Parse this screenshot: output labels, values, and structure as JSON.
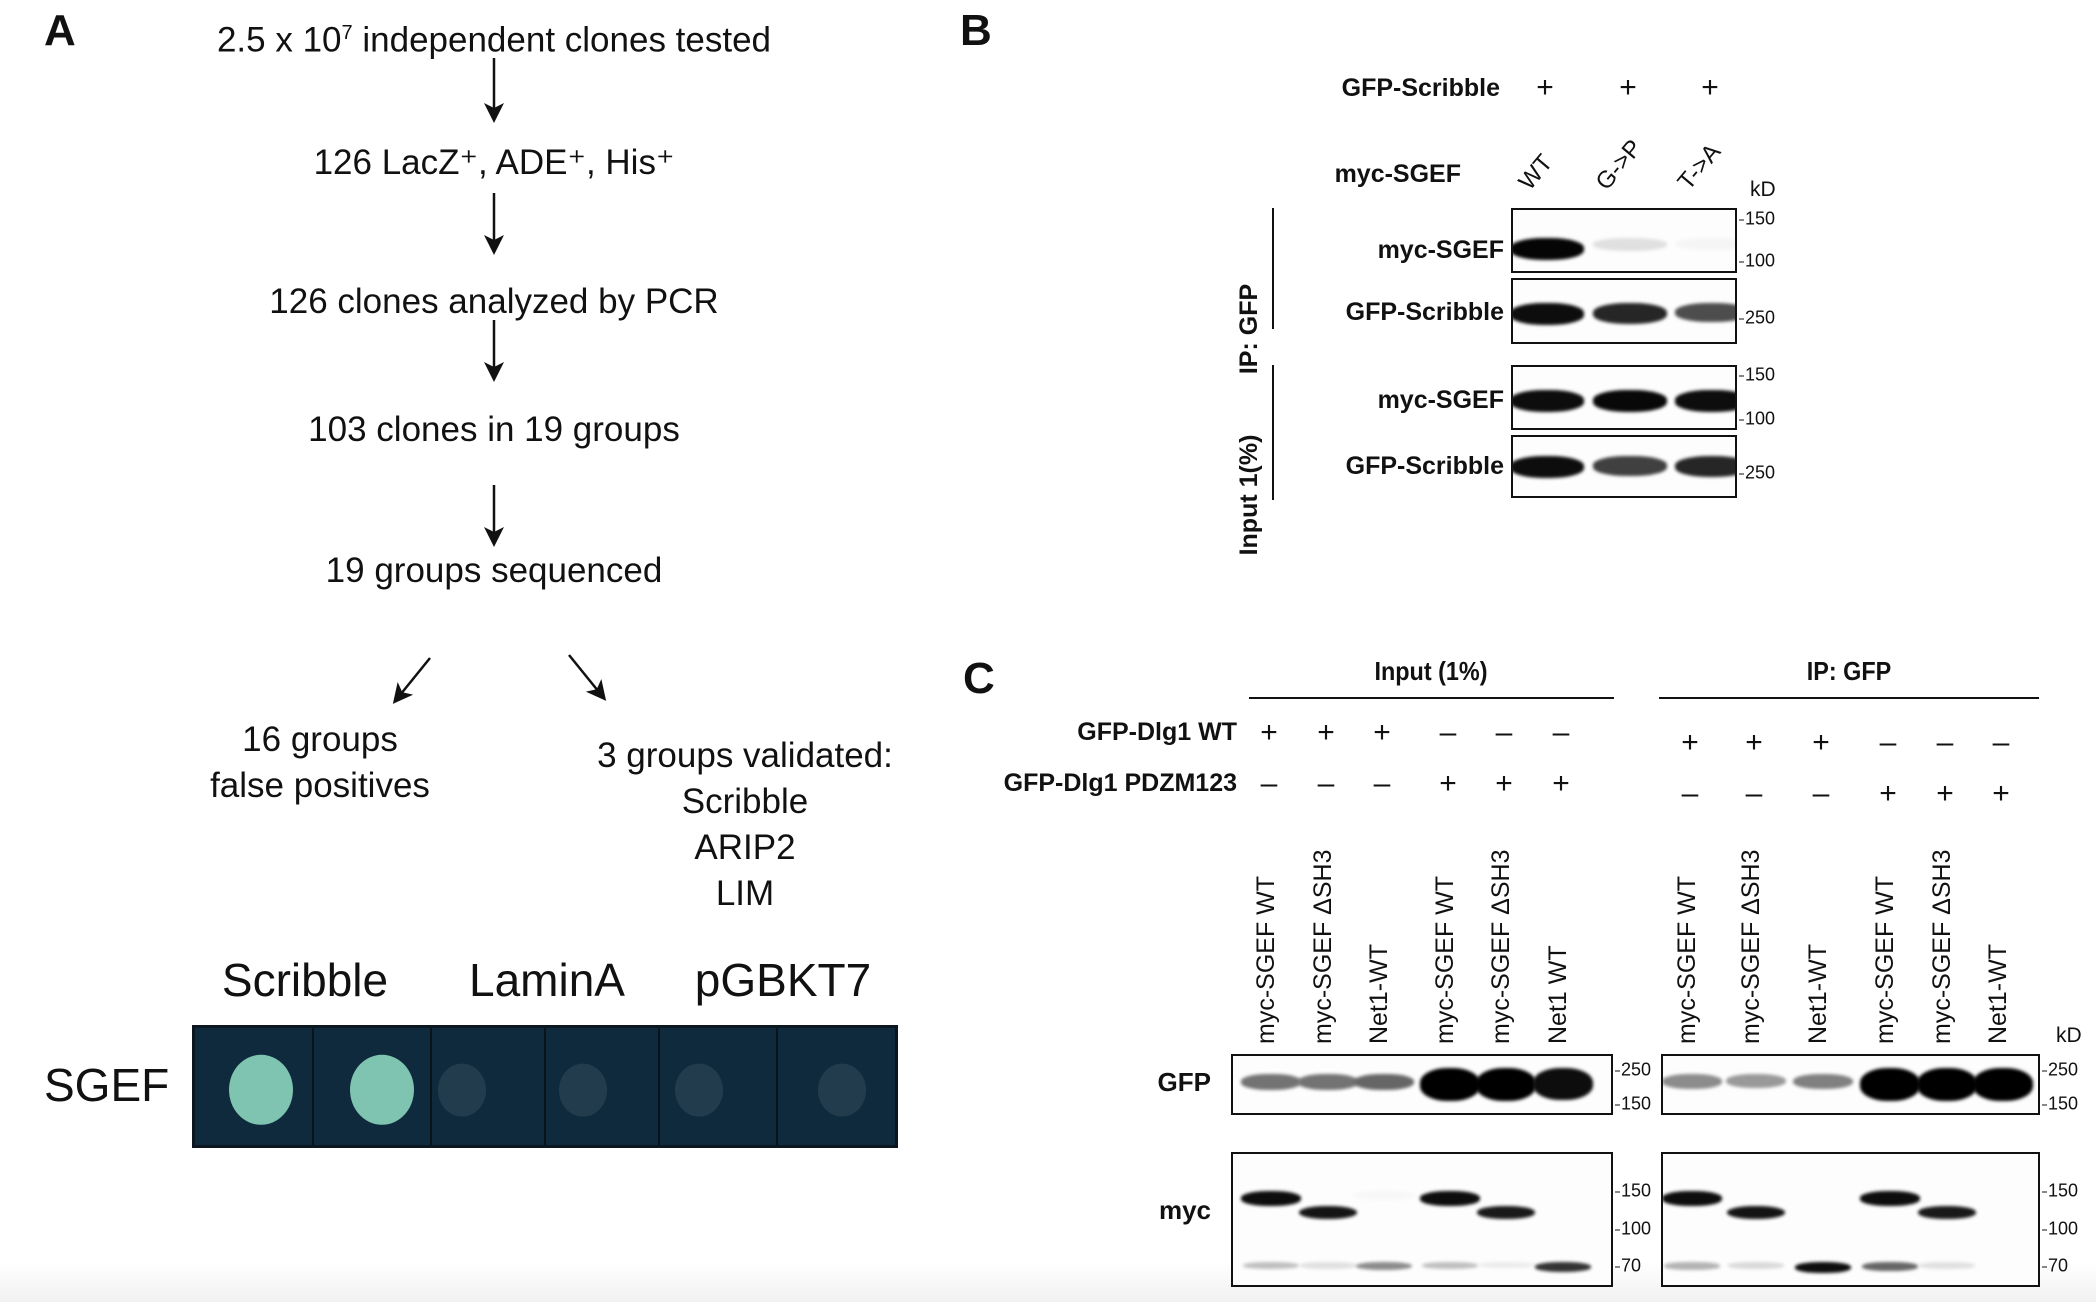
{
  "panel_a": {
    "label": "A",
    "flow": [
      {
        "pre": "2.5 x 10",
        "sup": "7",
        "post": " independent clones tested"
      },
      {
        "text": "126 LacZ⁺, ADE⁺, His⁺"
      },
      {
        "text": "126 clones analyzed by PCR"
      },
      {
        "text": "103 clones in 19 groups"
      },
      {
        "text": "19 groups sequenced"
      }
    ],
    "false_positives": [
      "16 groups",
      "false positives"
    ],
    "validated": [
      "3 groups validated:",
      "Scribble",
      "ARIP2",
      "LIM"
    ],
    "plate": {
      "columns": [
        "Scribble",
        "LaminA",
        "pGBKT7"
      ],
      "row_label": "SGEF",
      "colony_strength": [
        0.9,
        0.95,
        0.15,
        0.18,
        0.12,
        0.2
      ],
      "colors": {
        "positive": "#7fc4b0",
        "negative": "#2f4a5a",
        "background": "#0f2a3d"
      }
    }
  },
  "panel_b": {
    "label": "B",
    "gfp_scribble_label": "GFP-Scribble",
    "gfp_scribble_signs": [
      "+",
      "+",
      "+"
    ],
    "myc_sgef_label": "myc-SGEF",
    "lanes": [
      "WT",
      "G->P",
      "T->A"
    ],
    "kd": "kD",
    "groups": [
      {
        "label": "IP: GFP",
        "blots": [
          {
            "label": "myc-SGEF",
            "markers": [
              "150",
              "100"
            ],
            "bands": [
              0.98,
              0.12,
              0.04
            ]
          },
          {
            "label": "GFP-Scribble",
            "markers": [
              "250"
            ],
            "bands": [
              0.95,
              0.85,
              0.7
            ]
          }
        ]
      },
      {
        "label": "Input 1(%)",
        "blots": [
          {
            "label": "myc-SGEF",
            "markers": [
              "150",
              "100"
            ],
            "bands": [
              0.95,
              0.97,
              0.95
            ]
          },
          {
            "label": "GFP-Scribble",
            "markers": [
              "250"
            ],
            "bands": [
              0.95,
              0.75,
              0.85
            ]
          }
        ]
      }
    ]
  },
  "panel_c": {
    "label": "C",
    "sections": [
      {
        "title": "Input (1%)",
        "gfp_dlg1_wt": [
          "+",
          "+",
          "+",
          "–",
          "–",
          "–"
        ],
        "gfp_dlg1_pdzm123": [
          "–",
          "–",
          "–",
          "+",
          "+",
          "+"
        ],
        "lanes": [
          "myc-SGEF WT",
          "myc-SGEF ΔSH3",
          "Net1-WT",
          "myc-SGEF WT",
          "myc-SGEF ΔSH3",
          "Net1 WT"
        ],
        "gfp_bands": [
          0.55,
          0.55,
          0.6,
          1.0,
          1.0,
          0.95
        ],
        "myc_sgef_bands": [
          0.95,
          0.0,
          0.03,
          0.95,
          0.0,
          0.0
        ],
        "myc_dsh3_bands": [
          0.0,
          0.92,
          0.0,
          0.0,
          0.9,
          0.0
        ],
        "myc_70_bands": [
          0.25,
          0.12,
          0.45,
          0.25,
          0.08,
          0.8
        ]
      },
      {
        "title": "IP: GFP",
        "gfp_dlg1_wt": [
          "+",
          "+",
          "+",
          "–",
          "–",
          "–"
        ],
        "gfp_dlg1_pdzm123": [
          "–",
          "–",
          "–",
          "+",
          "+",
          "+"
        ],
        "lanes": [
          "myc-SGEF WT",
          "myc-SGEF ΔSH3",
          "Net1-WT",
          "myc-SGEF WT",
          "myc-SGEF ΔSH3",
          "Net1-WT"
        ],
        "gfp_bands": [
          0.45,
          0.4,
          0.5,
          1.0,
          1.0,
          1.0
        ],
        "myc_sgef_bands": [
          0.95,
          0.0,
          0.0,
          0.95,
          0.0,
          0.0
        ],
        "myc_dsh3_bands": [
          0.0,
          0.92,
          0.0,
          0.0,
          0.9,
          0.0
        ],
        "myc_70_bands": [
          0.3,
          0.15,
          0.95,
          0.6,
          0.12,
          0.0
        ]
      }
    ],
    "row_labels": {
      "gfp_dlg1_wt": "GFP-Dlg1 WT",
      "gfp_dlg1_pdzm123": "GFP-Dlg1 PDZM123"
    },
    "blot_labels": {
      "gfp": "GFP",
      "myc": "myc"
    },
    "gfp_markers": [
      "250",
      "150"
    ],
    "myc_markers": [
      "150",
      "100",
      "70"
    ],
    "kd": "kD"
  }
}
